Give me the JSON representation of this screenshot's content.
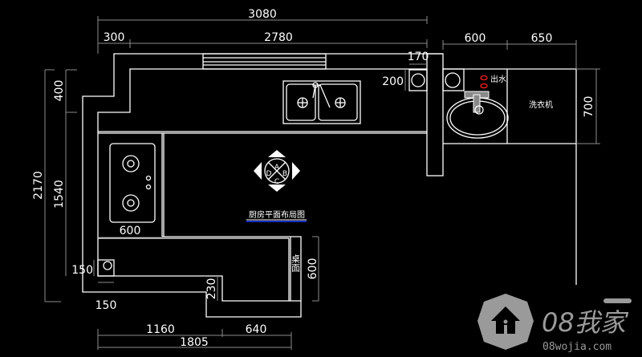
{
  "drawing": {
    "title": "厨房平面布局图",
    "labels": {
      "water_outlet": "出水",
      "washing_machine": "洗衣机",
      "tabletop": "桌面"
    },
    "compass": {
      "a": "A",
      "b": "B",
      "c": "C",
      "d": "D"
    },
    "dimensions": {
      "top_total": "3080",
      "top_left": "300",
      "top_main": "2780",
      "right_600": "600",
      "right_650": "650",
      "box_width": "170",
      "box_depth": "200",
      "right_depth": "700",
      "left_total": "2170",
      "left_400": "400",
      "left_1540": "1540",
      "stove_width": "600",
      "small_box": "150",
      "bottom_offset": "150",
      "step": "230",
      "table_depth": "600",
      "bottom_1160": "1160",
      "bottom_640": "640",
      "bottom_total": "1805"
    },
    "colors": {
      "lines": "#ffffff",
      "dims": "#8c8c8c",
      "water_marks": "#ff2020",
      "title_underline": "#1a3cff"
    }
  },
  "watermark": {
    "brand": "08我家",
    "url": "08wojia.com"
  }
}
